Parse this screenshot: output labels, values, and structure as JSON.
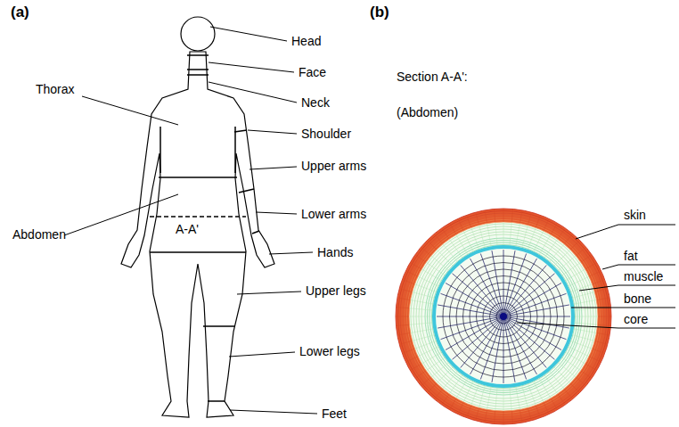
{
  "diagram": {
    "labels": [
      "(a)",
      "(b)",
      "Head",
      "Face",
      "Neck",
      "Thorax",
      "Shoulder",
      "Upper arms",
      "Abdomen",
      "Lower arms",
      "A-A'",
      "Hands",
      "Upper legs",
      "Lower legs",
      "Feet",
      "Section A-A':",
      "(Abdomen)",
      "skin",
      "fat",
      "muscle",
      "bone",
      "core"
    ]
  }
}
